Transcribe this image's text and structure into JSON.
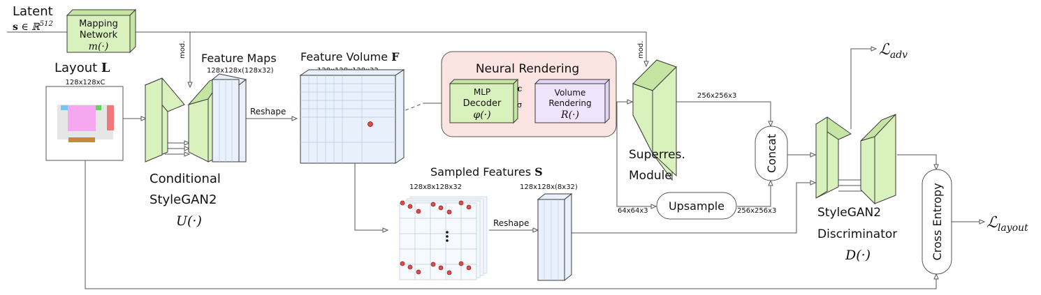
{
  "latent": {
    "title": "Latent",
    "formula_bold": "s",
    "formula_rest": " ∈ ℝ",
    "formula_sup": "512"
  },
  "mapping": {
    "line1": "Mapping",
    "line2": "Network",
    "fn": "m(·)"
  },
  "mod_label": "mod.",
  "layout": {
    "title": "Layout ",
    "symbol": "L",
    "dims": "128x128xC"
  },
  "feature_maps": {
    "title": "Feature Maps",
    "dims": "128x128x(128x32)"
  },
  "feature_volume": {
    "title": "Feature Volume ",
    "symbol": "F",
    "dims": "128x128x128x32"
  },
  "reshape_label": "Reshape",
  "generator": {
    "line1": "Conditional",
    "line2": "StyleGAN2",
    "fn": "U(·)"
  },
  "neural_rendering": {
    "title": "Neural Rendering",
    "mlp": {
      "line1": "MLP",
      "line2": "Decoder",
      "fn": "φ(·)"
    },
    "volume": {
      "line1": "Volume",
      "line2": "Rendering",
      "fn": "R(·)"
    },
    "c_label": "c",
    "sigma_label": "σ"
  },
  "sampled": {
    "title": "Sampled Features ",
    "symbol": "S",
    "dims_grid": "128x8x128x32",
    "dims_map": "128x128x(8x32)"
  },
  "superres": {
    "line1": "Superres.",
    "line2": "Module",
    "out_dims": "256x256x3"
  },
  "upsample": {
    "label": "Upsample",
    "in_dims": "64x64x3",
    "out_dims": "256x256x3"
  },
  "concat": "Concat",
  "discriminator": {
    "line1": "StyleGAN2",
    "line2": "Discriminator",
    "fn": "D(·)"
  },
  "cross_entropy": "Cross Entropy",
  "losses": {
    "adv_base": "ℒ",
    "adv_sub": "adv",
    "layout_base": "ℒ",
    "layout_sub": "layout"
  },
  "colors": {
    "green": "#d9f2bd",
    "blue": "#e8f1fb",
    "render_bg": "#fbe4e1",
    "volume_box": "#efe4fb"
  }
}
